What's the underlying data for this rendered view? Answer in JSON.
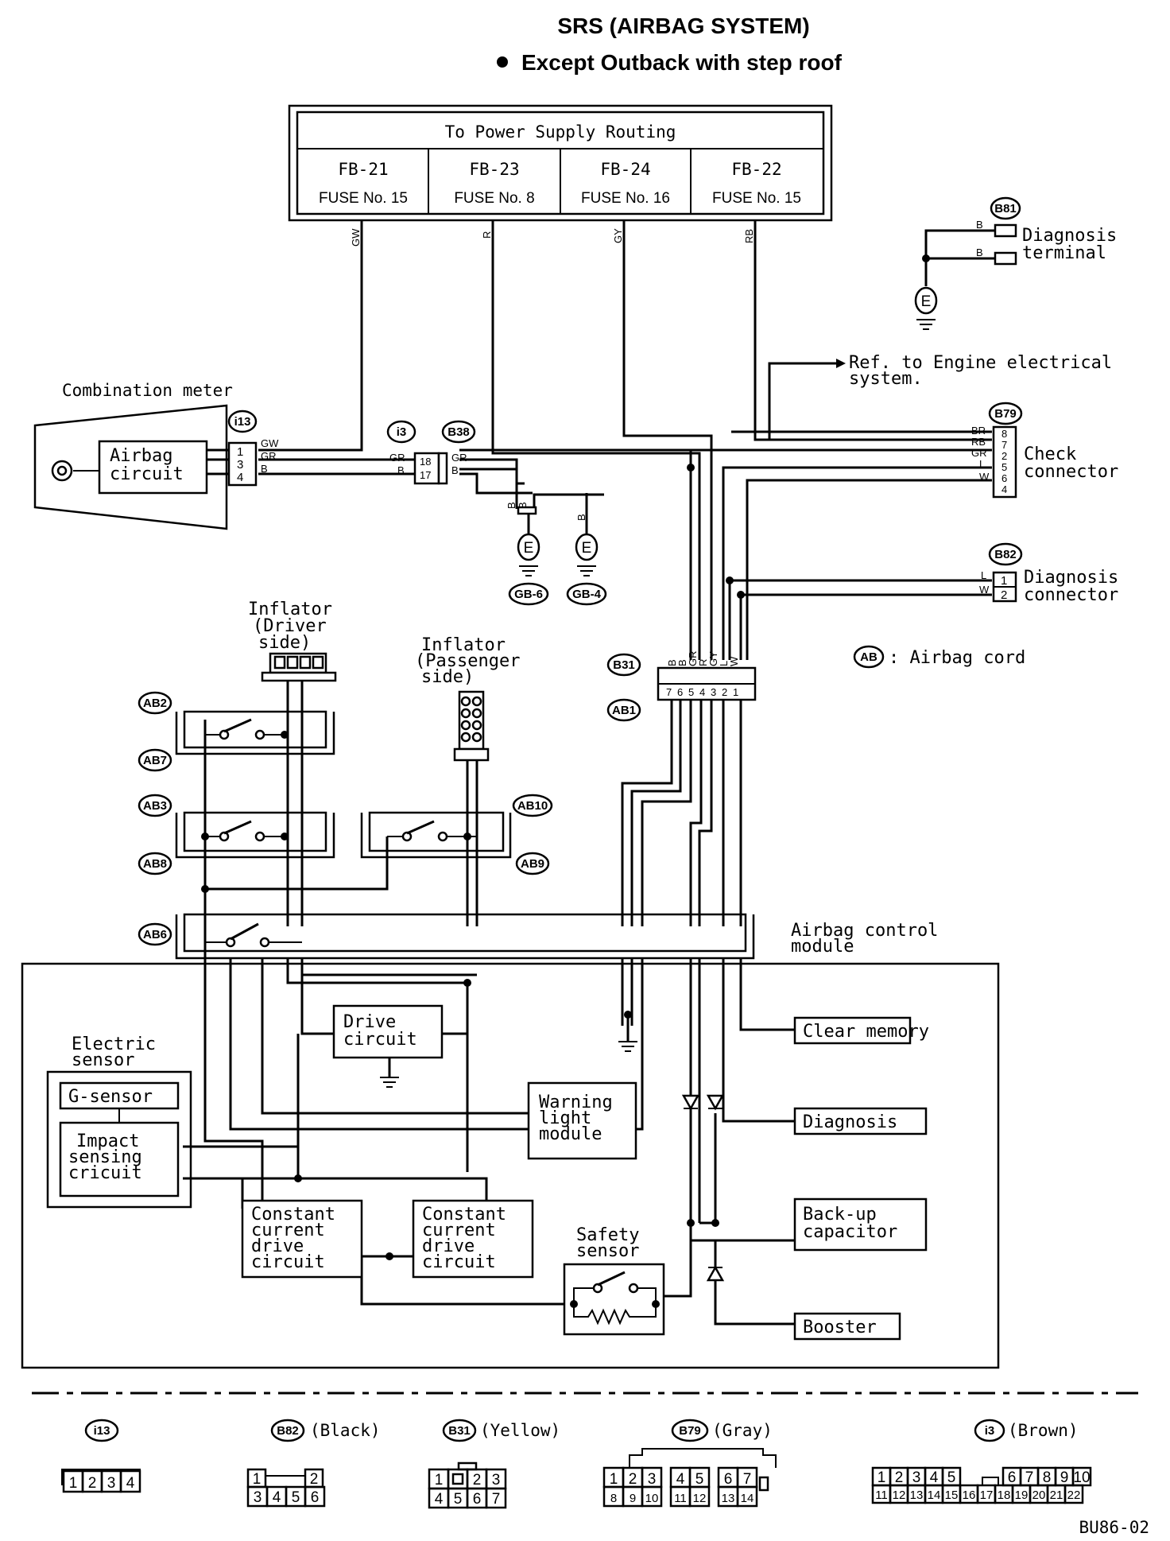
{
  "title": "SRS (AIRBAG SYSTEM)",
  "subtitle": "Except Outback with step roof",
  "power_supply": {
    "title": "To Power Supply Routing",
    "fuses": [
      {
        "connector": "FB-21",
        "fuse": "FUSE No. 15",
        "wire": "GW"
      },
      {
        "connector": "FB-23",
        "fuse": "FUSE No. 8",
        "wire": "R"
      },
      {
        "connector": "FB-24",
        "fuse": "FUSE No. 16",
        "wire": "GY"
      },
      {
        "connector": "FB-22",
        "fuse": "FUSE No. 15",
        "wire": "RB"
      }
    ]
  },
  "components": {
    "combination_meter": "Combination meter",
    "airbag_circuit": [
      "Airbag",
      "circuit"
    ],
    "diagnosis_terminal": [
      "Diagnosis",
      "terminal"
    ],
    "ref_engine": [
      "Ref. to Engine electrical",
      "system."
    ],
    "check_connector": [
      "Check",
      "connector"
    ],
    "diagnosis_connector": [
      "Diagnosis",
      "connector"
    ],
    "inflator_driver": [
      "Inflator",
      "(Driver",
      "side)"
    ],
    "inflator_passenger": [
      "Inflator",
      "(Passenger",
      "side)"
    ],
    "airbag_cord_legend": ": Airbag cord",
    "airbag_control_module": [
      "Airbag control",
      "module"
    ],
    "electric_sensor": [
      "Electric",
      "sensor"
    ],
    "g_sensor": "G-sensor",
    "impact_sensing": [
      "Impact",
      "sensing",
      "cricuit"
    ],
    "drive_circuit": [
      "Drive",
      "circuit"
    ],
    "warning_light": [
      "Warning",
      "light",
      "module"
    ],
    "constant_current_1": [
      "Constant",
      "current",
      "drive",
      "circuit"
    ],
    "constant_current_2": [
      "Constant",
      "current",
      "drive",
      "circuit"
    ],
    "safety_sensor": [
      "Safety",
      "sensor"
    ],
    "clear_memory": "Clear memory",
    "diagnosis": "Diagnosis",
    "backup_capacitor": [
      "Back-up",
      "capacitor"
    ],
    "booster": "Booster"
  },
  "connector_ids": {
    "i13": "i13",
    "i3": "i3",
    "B38": "B38",
    "B81": "B81",
    "B79": "B79",
    "B82": "B82",
    "B31": "B31",
    "AB": "AB",
    "AB1": "AB1",
    "AB2": "AB2",
    "AB7": "AB7",
    "AB3": "AB3",
    "AB8": "AB8",
    "AB10": "AB10",
    "AB9": "AB9",
    "AB6": "AB6",
    "GB6": "GB-6",
    "GB4": "GB-4"
  },
  "wire_labels": {
    "i13_pins": [
      {
        "pin": "1",
        "wire": "GW"
      },
      {
        "pin": "3",
        "wire": "GR"
      },
      {
        "pin": "4",
        "wire": "B"
      }
    ],
    "i3_pins": [
      {
        "pin": "18",
        "wire": "GR"
      },
      {
        "pin": "17",
        "wire": "B"
      }
    ],
    "b38_wires": [
      "GR",
      "B"
    ],
    "b81_wires": [
      "B",
      "B"
    ],
    "b79_pins": [
      {
        "pin": "8",
        "wire": "BR"
      },
      {
        "pin": "7",
        "wire": "RB"
      },
      {
        "pin": "2",
        "wire": "GR"
      },
      {
        "pin": "5",
        "wire": "L"
      },
      {
        "pin": "6",
        "wire": "W"
      },
      {
        "pin": "4",
        "wire": ""
      }
    ],
    "b82_pins": [
      {
        "pin": "1",
        "wire": "L"
      },
      {
        "pin": "2",
        "wire": "W"
      }
    ],
    "b31_wires": [
      "B",
      "B",
      "GR",
      "R",
      "GY",
      "L",
      "W"
    ],
    "b31_pins": [
      "7",
      "6",
      "5",
      "4",
      "3",
      "2",
      "1"
    ],
    "ground_wires": [
      "B",
      "B",
      "B"
    ],
    "ground": "E"
  },
  "connector_views": [
    {
      "id": "i13",
      "color": "",
      "rows": [
        [
          "1",
          "2",
          "3",
          "4"
        ]
      ]
    },
    {
      "id": "B82",
      "color": "(Black)",
      "rows": [
        [
          "1",
          "2"
        ],
        [
          "3",
          "4",
          "5",
          "6"
        ]
      ]
    },
    {
      "id": "B31",
      "color": "(Yellow)",
      "rows": [
        [
          "1",
          "",
          "2",
          "3"
        ],
        [
          "4",
          "5",
          "6",
          "7"
        ]
      ]
    },
    {
      "id": "B79",
      "color": "(Gray)",
      "rows": [
        [
          "1",
          "2",
          "3",
          "4",
          "5",
          "6",
          "7"
        ],
        [
          "8",
          "9",
          "10",
          "11",
          "12",
          "13",
          "14"
        ]
      ]
    },
    {
      "id": "i3",
      "color": "(Brown)",
      "rows": [
        [
          "1",
          "2",
          "3",
          "4",
          "5",
          "6",
          "7",
          "8",
          "9",
          "10"
        ],
        [
          "11",
          "12",
          "13",
          "14",
          "15",
          "16",
          "17",
          "18",
          "19",
          "20",
          "21",
          "22"
        ]
      ]
    }
  ],
  "figure_code": "BU86-02"
}
